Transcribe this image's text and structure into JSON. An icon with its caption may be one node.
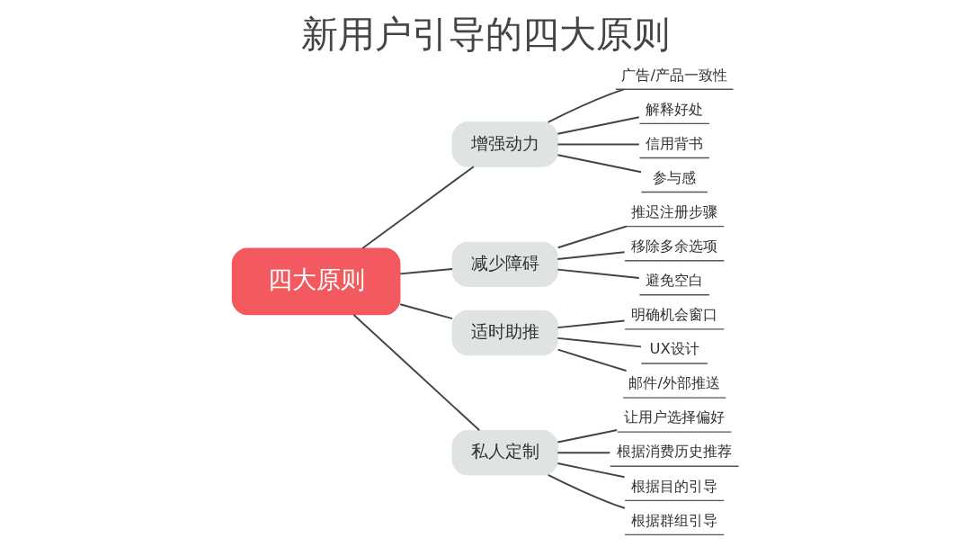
{
  "diagram": {
    "title": "新用户引导的四大原则",
    "nodes": [
      {
        "text": [
          "四大原则"
        ]
      },
      {
        "text": [
          "增强动力"
        ]
      },
      {
        "text": [
          "广告/产品一致性"
        ]
      },
      {
        "text": [
          "解释好处"
        ]
      },
      {
        "text": [
          "信用背书"
        ]
      },
      {
        "text": [
          "参与感"
        ]
      },
      {
        "text": [
          "减少障碍"
        ]
      },
      {
        "text": [
          "推迟注册步骤"
        ]
      },
      {
        "text": [
          "移除多余选项"
        ]
      },
      {
        "text": [
          "避免空白"
        ]
      },
      {
        "text": [
          "适时助推"
        ]
      },
      {
        "text": [
          "明确机会窗口"
        ]
      },
      {
        "text": [
          "UX设计"
        ]
      },
      {
        "text": [
          "邮件/外部推送"
        ]
      },
      {
        "text": [
          "私人定制"
        ]
      },
      {
        "text": [
          "让用户选择偏好"
        ]
      },
      {
        "text": [
          "根据消费历史推荐"
        ]
      },
      {
        "text": [
          "根据目的引导"
        ]
      },
      {
        "text": [
          "根据群组引导"
        ]
      }
    ],
    "edges": [
      {
        "from": 0,
        "to": 1,
        "arrow": "none"
      },
      {
        "from": 1,
        "to": 2,
        "arrow": "none"
      },
      {
        "from": 1,
        "to": 3,
        "arrow": "none"
      },
      {
        "from": 1,
        "to": 4,
        "arrow": "none"
      },
      {
        "from": 1,
        "to": 5,
        "arrow": "none"
      },
      {
        "from": 0,
        "to": 6,
        "arrow": "none"
      },
      {
        "from": 6,
        "to": 7,
        "arrow": "none"
      },
      {
        "from": 6,
        "to": 8,
        "arrow": "none"
      },
      {
        "from": 6,
        "to": 9,
        "arrow": "none"
      },
      {
        "from": 0,
        "to": 10,
        "arrow": "none"
      },
      {
        "from": 10,
        "to": 11,
        "arrow": "none"
      },
      {
        "from": 10,
        "to": 12,
        "arrow": "none"
      },
      {
        "from": 10,
        "to": 13,
        "arrow": "none"
      },
      {
        "from": 0,
        "to": 14,
        "arrow": "none"
      },
      {
        "from": 14,
        "to": 15,
        "arrow": "none"
      },
      {
        "from": 14,
        "to": 16,
        "arrow": "none"
      },
      {
        "from": 14,
        "to": 17,
        "arrow": "none"
      },
      {
        "from": 14,
        "to": 18,
        "arrow": "none"
      }
    ]
  }
}
